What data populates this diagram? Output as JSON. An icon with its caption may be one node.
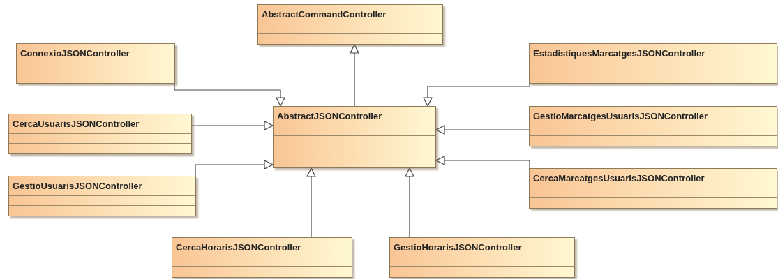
{
  "diagram": {
    "nodes": [
      {
        "text": [
          "AbstractCommandController"
        ]
      },
      {
        "text": [
          "ConnexioJSONController"
        ]
      },
      {
        "text": [
          "EstadistiquesMarcatgesJSONController"
        ]
      },
      {
        "text": [
          "AbstractJSONController"
        ]
      },
      {
        "text": [
          "CercaUsuarisJSONController"
        ]
      },
      {
        "text": [
          "GestioMarcatgesUsuarisJSONController"
        ]
      },
      {
        "text": [
          "GestioUsuarisJSONController"
        ]
      },
      {
        "text": [
          "CercaMarcatgesUsuarisJSONController"
        ]
      },
      {
        "text": [
          "CercaHorarisJSONController"
        ]
      },
      {
        "text": [
          "GestioHorarisJSONController"
        ]
      }
    ],
    "edges": [
      {
        "from": 3,
        "to": 0,
        "arrow": "to"
      },
      {
        "from": 1,
        "to": 3,
        "arrow": "to"
      },
      {
        "from": 2,
        "to": 3,
        "arrow": "to"
      },
      {
        "from": 4,
        "to": 3,
        "arrow": "to"
      },
      {
        "from": 5,
        "to": 3,
        "arrow": "to"
      },
      {
        "from": 6,
        "to": 3,
        "arrow": "to"
      },
      {
        "from": 7,
        "to": 3,
        "arrow": "to"
      },
      {
        "from": 8,
        "to": 3,
        "arrow": "to"
      },
      {
        "from": 9,
        "to": 3,
        "arrow": "to"
      }
    ]
  }
}
